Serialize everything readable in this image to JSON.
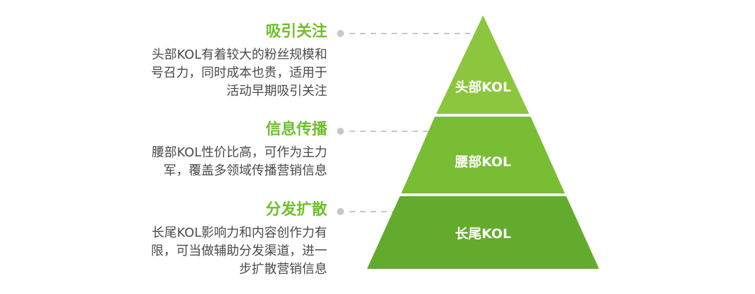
{
  "pyramid": {
    "tiers": [
      {
        "label": "头部KOL",
        "title": "吸引关注",
        "desc_lines": [
          "头部KOL有着较大的粉丝规模和",
          "号召力，同时成本也贵，适用于",
          "活动早期吸引关注"
        ],
        "color": "#8cc63f"
      },
      {
        "label": "腰部KOL",
        "title": "信息传播",
        "desc_lines": [
          "腰部KOL性价比高，可作为主力",
          "军，覆盖多领域传播营销信息"
        ],
        "color": "#79bd34"
      },
      {
        "label": "长尾KOL",
        "title": "分发扩散",
        "desc_lines": [
          "长尾KOL影响力和内容创作力有",
          "限，可当做辅助分发渠道，进一",
          "步扩散营销信息"
        ],
        "color": "#63ab2c"
      }
    ]
  },
  "colors": {
    "title": "#6fbf2a",
    "desc_text": "#4a4a4a",
    "connector_dot": "#c8c8c8",
    "connector_line": "#c8c8c8",
    "tier_label": "#ffffff"
  }
}
